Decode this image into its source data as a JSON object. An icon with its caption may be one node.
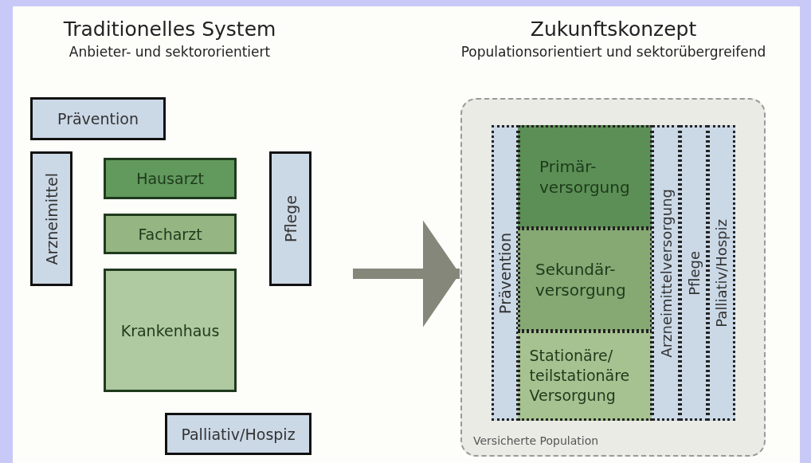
{
  "diagram": {
    "nodes": [
      {
        "text": [
          "Prävention"
        ]
      },
      {
        "text": [
          "Arzneimittel"
        ]
      },
      {
        "text": [
          "Hausarzt"
        ]
      },
      {
        "text": [
          "Facharzt"
        ]
      },
      {
        "text": [
          "Krankenhaus"
        ]
      },
      {
        "text": [
          "Pflege"
        ]
      },
      {
        "text": [
          "Palliativ/Hospiz"
        ]
      },
      {
        "text": [
          "Versicherte Population"
        ]
      },
      {
        "text": [
          "Prävention"
        ],
        "in": 7
      },
      {
        "text": [
          "Primär- versorgung"
        ],
        "in": 7
      },
      {
        "text": [
          "Sekundär- versorgung"
        ],
        "in": 7
      },
      {
        "text": [
          "Stationäre/ teilstationäre Versorgung"
        ],
        "in": 7
      },
      {
        "text": [
          "Arzneimittelversorgung"
        ],
        "in": 7
      },
      {
        "text": [
          "Pflege"
        ],
        "in": 7
      },
      {
        "text": [
          "Palliativ/Hospiz"
        ],
        "in": 7
      }
    ],
    "edges": [
      {
        "from": null,
        "to": 7,
        "arrow": "to",
        "color": "#85877a"
      }
    ],
    "labels": [
      "Traditionelles System",
      "Anbieter- und sektororientiert",
      "Zukunftskonzept",
      "Populationsorientiert und sektorübergreifend"
    ]
  }
}
